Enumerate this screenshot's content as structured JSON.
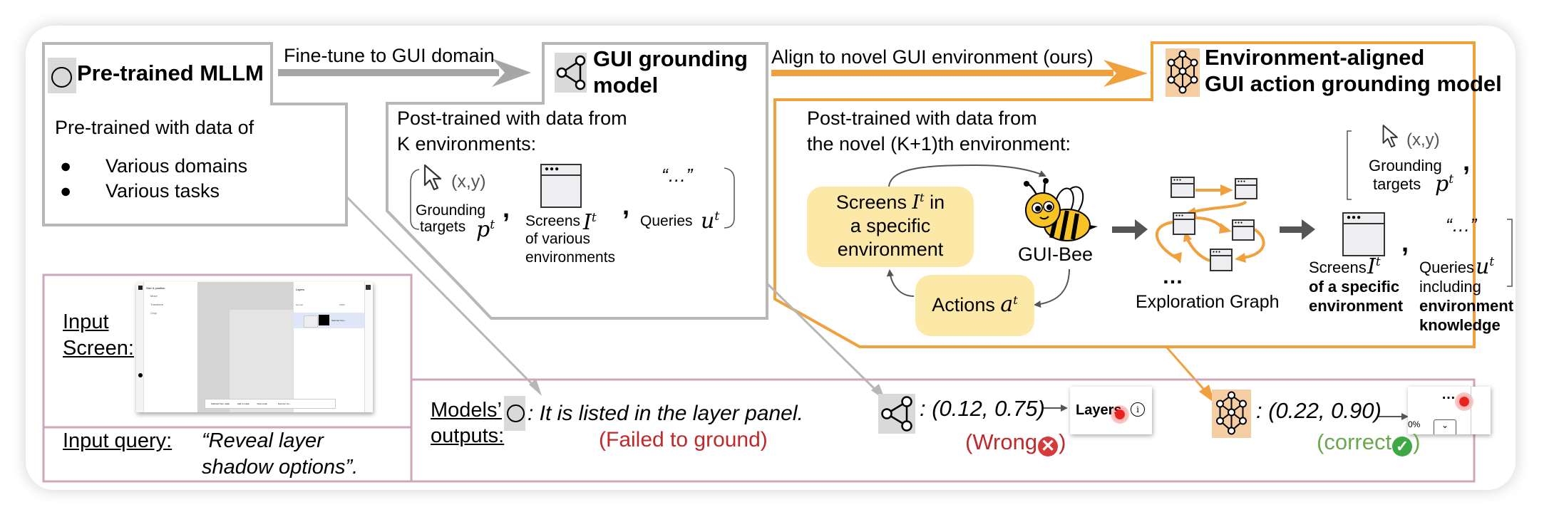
{
  "colors": {
    "gray_frame": "#b7b7b7",
    "orange": "#f0a03c",
    "mauve": "#d0a6bd",
    "yellow_box": "#fde9a7",
    "icon_gray": "#d9d9d9",
    "icon_orange": "#f4cda2",
    "red_text": "#c0282a",
    "green_text": "#6aa84f"
  },
  "stage1": {
    "icon": "circle-icon",
    "title": "Pre-trained MLLM",
    "desc": "Pre-trained with data of",
    "bullets": [
      "Various domains",
      "Various tasks"
    ]
  },
  "arrow1_label": "Fine-tune to GUI domain",
  "stage2": {
    "icon": "triangle-graph-icon",
    "title_line1": "GUI grounding",
    "title_line2": "model",
    "desc_line1": "Post-trained with data from",
    "desc_line2": "K environments:",
    "tuple": {
      "coord": "(x,y)",
      "grounding_label_line1": "Grounding",
      "grounding_label_line2": "targets",
      "grounding_symbol": "p",
      "screens_label_line1": "Screens",
      "screens_label_line2": "of various",
      "screens_label_line3": "environments",
      "screens_symbol": "I",
      "query_quote": "“…”",
      "queries_label": "Queries",
      "queries_symbol": "u",
      "superscript": "t",
      "comma": ","
    }
  },
  "arrow2_label": "Align to novel GUI environment (ours)",
  "stage3": {
    "icon": "hexagon-graph-icon",
    "title_line1": "Environment-aligned",
    "title_line2": "GUI action grounding model",
    "desc_line1": "Post-trained with data from",
    "desc_line2": "the novel (K+1)th environment:",
    "loop": {
      "screens_line1": "Screens",
      "screens_symbol": "I",
      "screens_in": "in",
      "screens_line2": "a specific",
      "screens_line3": "environment",
      "agent_name": "GUI-Bee",
      "actions_label": "Actions",
      "actions_symbol": "a",
      "superscript": "t"
    },
    "graph": {
      "ellipsis": "…",
      "label": "Exploration Graph"
    },
    "tuple": {
      "coord": "(x,y)",
      "grounding_label_line1": "Grounding",
      "grounding_label_line2": "targets",
      "grounding_symbol": "p",
      "screens_label": "Screens",
      "screens_symbol": "I",
      "screens_bold_line1": "of a specific",
      "screens_bold_line2": "environment",
      "query_quote": "“…”",
      "queries_label": "Queries",
      "queries_symbol": "u",
      "queries_line2": "including",
      "queries_bold_line1": "environment",
      "queries_bold_line2": "knowledge",
      "superscript": "t",
      "comma": ","
    }
  },
  "inputs": {
    "screen_label_line1": "Input",
    "screen_label_line2": "Screen:",
    "query_label": "Input query:",
    "query_line1": "“Reveal layer",
    "query_line2": "shadow options”."
  },
  "outputs": {
    "label_line1": "Models’",
    "label_line2": "outputs:",
    "mllm": {
      "text": ": It is listed in the layer panel.",
      "verdict": "(Failed to ground)"
    },
    "grounding": {
      "coord": ": (0.12, 0.75)",
      "crop_text": "Layers",
      "verdict": "(Wrong",
      "verdict_close": ")"
    },
    "aligned": {
      "coord": ": (0.22, 0.90)",
      "crop_text": "…",
      "crop_pct": "0%",
      "verdict": "(correct",
      "verdict_close": ")"
    }
  },
  "thumbnail": {
    "panel_title": "Size & position",
    "panel_items": [
      "Move",
      "Transform",
      "Crop"
    ],
    "layers_title": "Layers",
    "blend_label": "Blend",
    "blend_value": "Normal",
    "opacity_label": "Opacity",
    "opacity_value": "100%",
    "layer_name": "Summer Con...",
    "bottom_buttons": [
      "Subtract from mask",
      "Add to mask",
      "View mask",
      "Summer Co..."
    ]
  }
}
